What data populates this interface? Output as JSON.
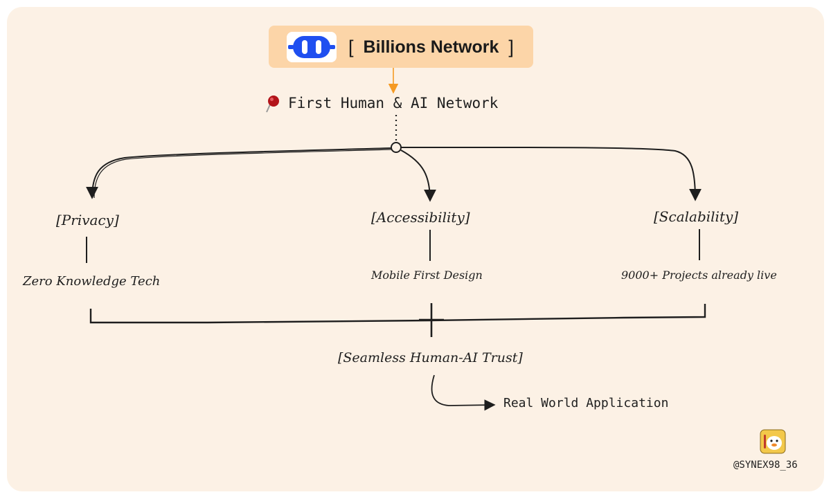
{
  "header": {
    "open_bracket": "[",
    "title": "Billions Network",
    "close_bracket": "]",
    "logo_icon": "billions-robot-logo-icon"
  },
  "subtitle": {
    "icon": "red-pushpin-icon",
    "text": "First Human & AI Network"
  },
  "pillars": [
    {
      "heading": "[Privacy]",
      "detail": "Zero Knowledge Tech"
    },
    {
      "heading": "[Accessibility]",
      "detail": "Mobile First Design"
    },
    {
      "heading": "[Scalability]",
      "detail": "9000+ Projects already live"
    }
  ],
  "result": {
    "heading": "[Seamless Human-AI Trust]",
    "outcome": "Real World Application"
  },
  "watermark": {
    "handle": "@SYNEX98_36",
    "avatar_icon": "duck-avatar-icon"
  },
  "colors": {
    "background": "#fcf1e5",
    "title_box": "#fcd5a8",
    "logo_blue": "#1f4ff0",
    "arrow_orange": "#f59a23",
    "ink": "#1e1e1e"
  }
}
